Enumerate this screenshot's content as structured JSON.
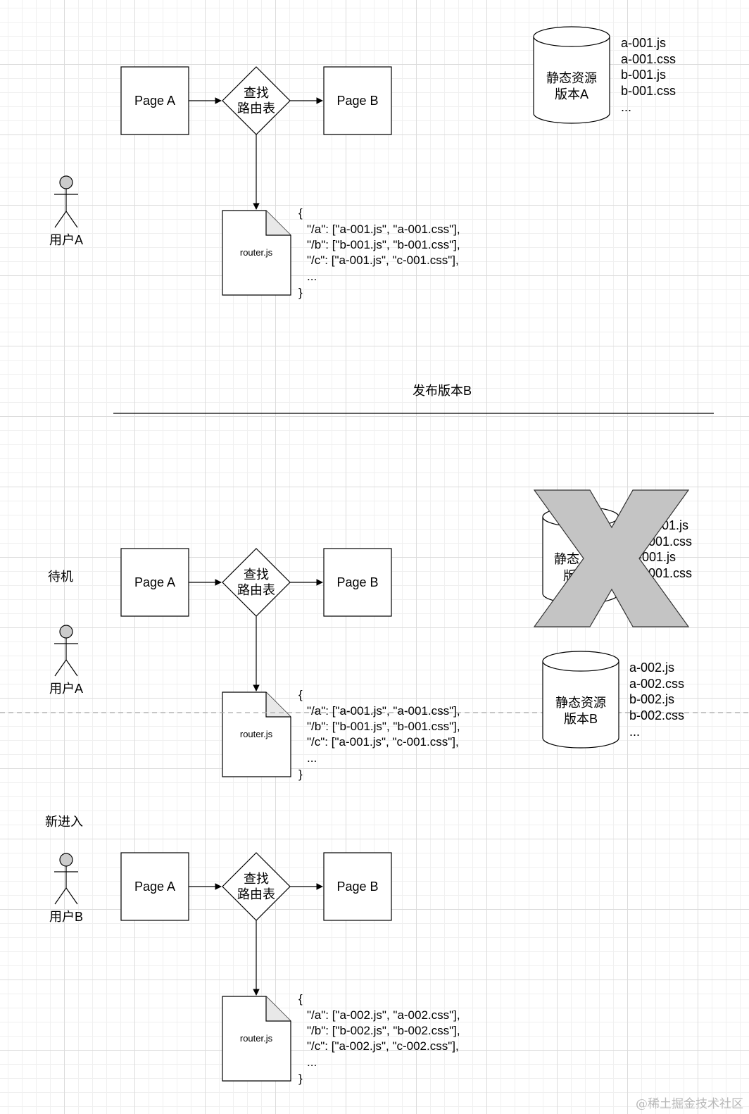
{
  "labels": {
    "page_a": "Page A",
    "page_b": "Page B",
    "lookup_line1": "查找",
    "lookup_line2": "路由表",
    "router_file": "router.js",
    "user_a": "用户A",
    "user_b": "用户B",
    "idle": "待机",
    "new_entry": "新进入",
    "release": "发布版本B",
    "storage_line1": "静态资源",
    "storage_a_line2": "版本A",
    "storage_b_line2": "版本B",
    "watermark": "@稀土掘金技术社区"
  },
  "assets_a": [
    "a-001.js",
    "a-001.css",
    "b-001.js",
    "b-001.css",
    "..."
  ],
  "assets_b": [
    "a-002.js",
    "a-002.css",
    "b-002.js",
    "b-002.css",
    "..."
  ],
  "assets_a_obscured": [
    "001.js",
    "001.css",
    "-001.js",
    "001.css"
  ],
  "storage_a_obscured": {
    "line1": "静态",
    "line2": "版"
  },
  "routes_v1": [
    "{",
    "\"/a\": [\"a-001.js\", \"a-001.css\"],",
    "\"/b\": [\"b-001.js\", \"b-001.css\"],",
    "\"/c\": [\"a-001.js\", \"c-001.css\"],",
    "...",
    "}"
  ],
  "routes_v2": [
    "{",
    "\"/a\": [\"a-002.js\", \"a-002.css\"],",
    "\"/b\": [\"b-002.js\", \"b-002.css\"],",
    "\"/c\": [\"a-002.js\", \"c-002.css\"],",
    "...",
    "}"
  ],
  "colors": {
    "actor_head": "#cccccc",
    "cross_fill": "#c4c4c4",
    "cross_stroke": "#333333",
    "grid": "#dcdcdc"
  }
}
